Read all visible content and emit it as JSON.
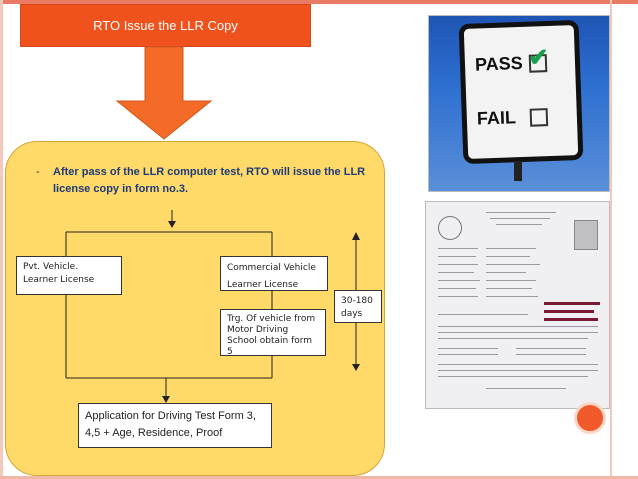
{
  "title": "RTO Issue the LLR Copy",
  "bullet": {
    "marker": "-",
    "text": "After pass of the LLR computer test, RTO will issue the LLR license copy in form no.3."
  },
  "flow": {
    "pvt": "Pvt. Vehicle. Learner License",
    "commercial_line1": "Commercial  Vehicle",
    "commercial_line2": "Learner License",
    "training": "Trg. Of vehicle from Motor Driving  School obtain form  5",
    "days": "30-180 days",
    "application": "Application for Driving Test Form 3, 4,5 + Age, Residence, Proof"
  },
  "sign": {
    "pass": "PASS",
    "fail": "FAIL"
  },
  "colors": {
    "title_bg": "#f0521e",
    "panel_bg": "#ffda68",
    "text_blue": "#1f3a7a",
    "accent": "#f15a2a"
  }
}
